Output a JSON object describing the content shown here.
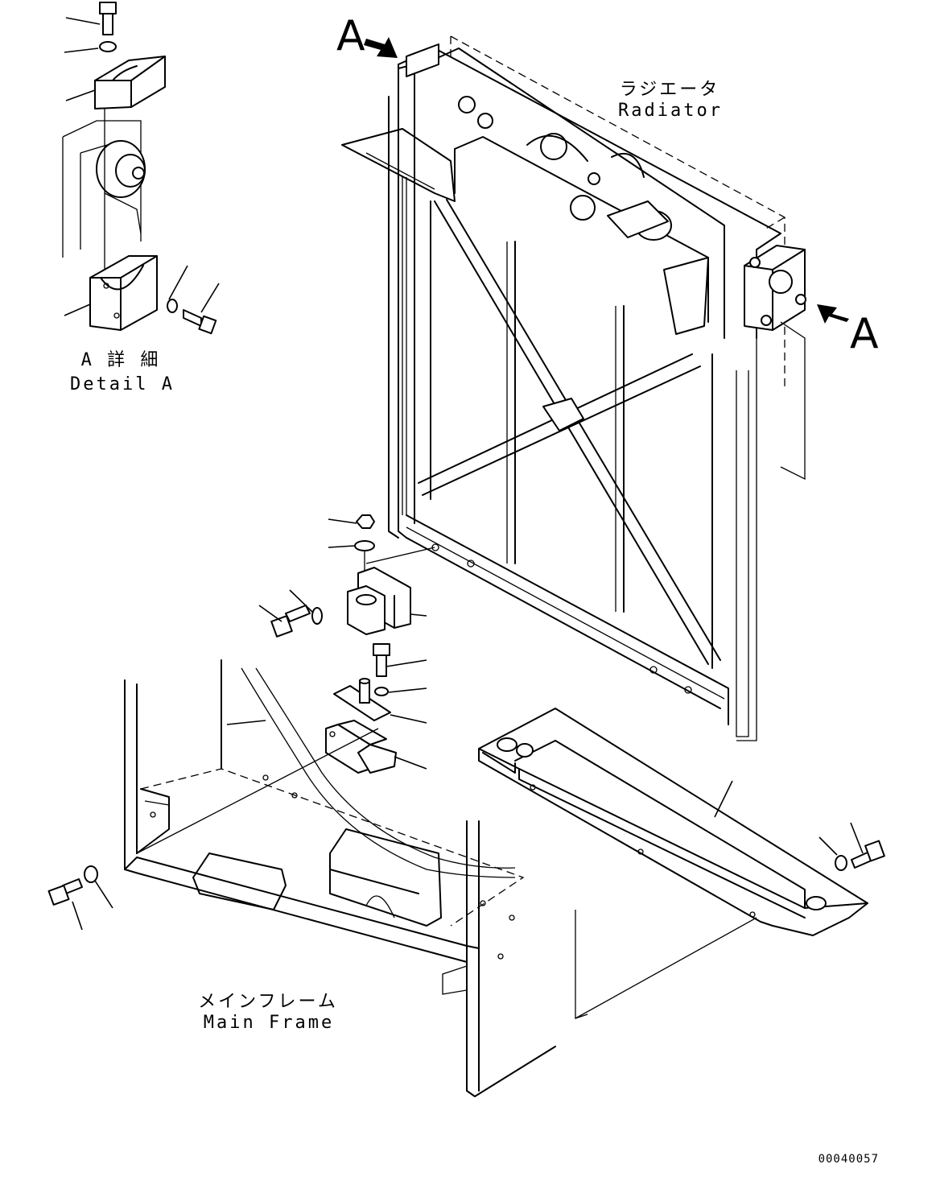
{
  "labels": {
    "radiator_jp": "ラジエータ",
    "radiator_en": "Radiator",
    "detail_jp": "A 詳 細",
    "detail_en": "Detail A",
    "mainframe_jp": "メインフレーム",
    "mainframe_en": "Main Frame",
    "view_a_top": "A",
    "view_a_right": "A",
    "drawing_number": "00040057"
  }
}
